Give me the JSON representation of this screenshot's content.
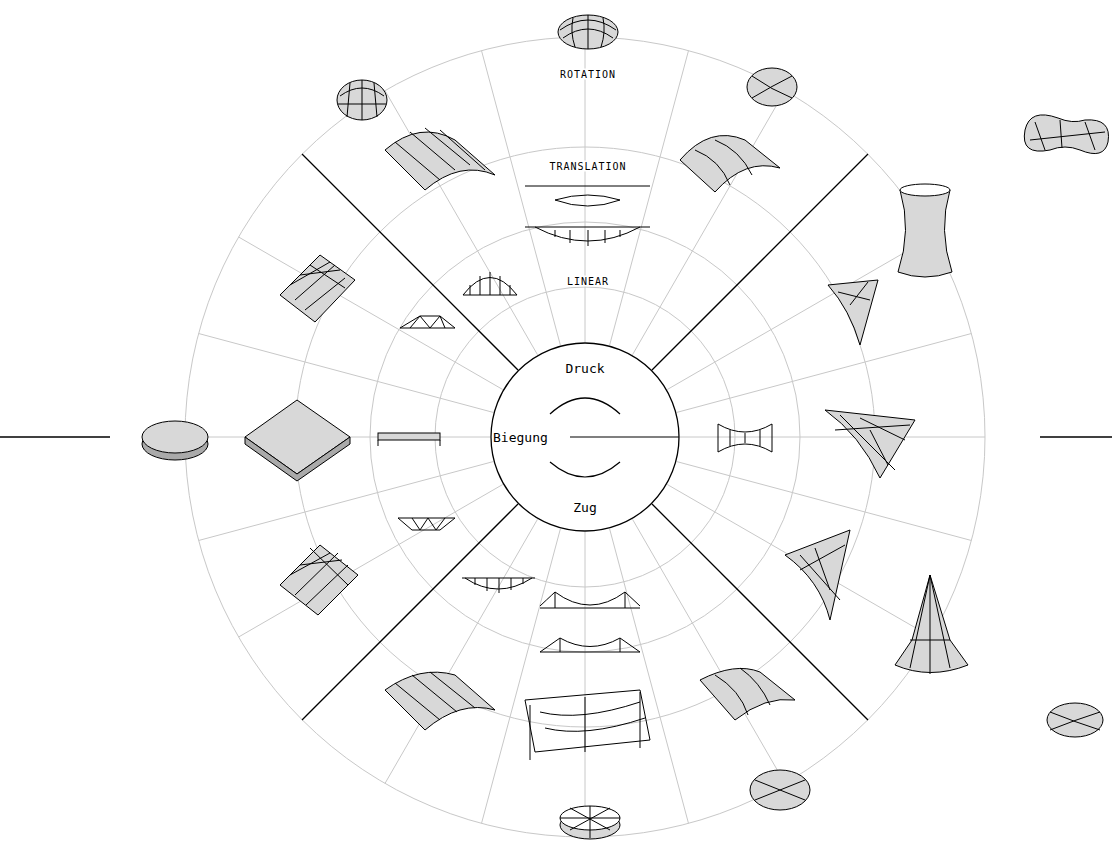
{
  "diagram": {
    "nodes": [
      {
        "text": [
          "Druck",
          "Biegung",
          "Zug"
        ]
      }
    ],
    "labels": [
      "ROTATION",
      "TRANSLATION",
      "LINEAR"
    ]
  }
}
